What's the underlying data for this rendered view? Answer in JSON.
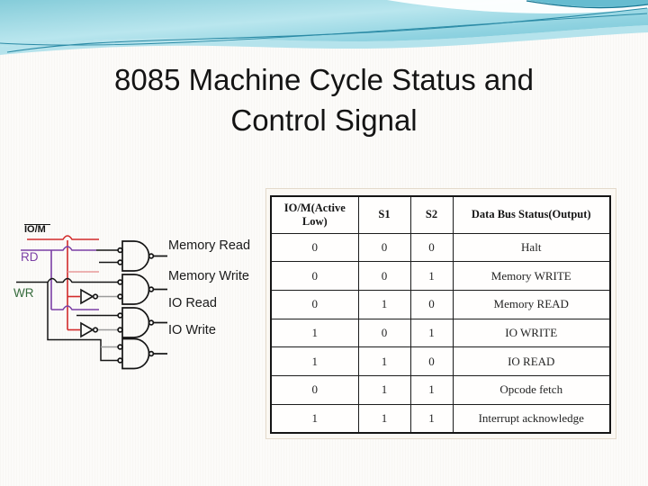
{
  "slide": {
    "title_line1": "8085 Machine Cycle Status and",
    "title_line2": "Control Signal"
  },
  "diagram": {
    "signal_labels": {
      "iom": "IO/M",
      "rd": "RD",
      "wr": "WR"
    },
    "gate_labels": [
      "Memory Read",
      "Memory Write",
      "IO Read",
      "IO Write"
    ],
    "colors": {
      "iom_trace": "#d22b2b",
      "iom_trace_light": "#e89a9a",
      "rd_trace": "#7b3fa5",
      "wr_label": "#356b3c",
      "wire_black": "#161616",
      "wire_grey": "#9b9b9b"
    }
  },
  "table": {
    "headers": [
      "IO/M(Active Low)",
      "S1",
      "S2",
      "Data Bus Status(Output)"
    ],
    "rows": [
      [
        "0",
        "0",
        "0",
        "Halt"
      ],
      [
        "0",
        "0",
        "1",
        "Memory WRITE"
      ],
      [
        "0",
        "1",
        "0",
        "Memory READ"
      ],
      [
        "1",
        "0",
        "1",
        "IO WRITE"
      ],
      [
        "1",
        "1",
        "0",
        "IO READ"
      ],
      [
        "0",
        "1",
        "1",
        "Opcode fetch"
      ],
      [
        "1",
        "1",
        "1",
        "Interrupt acknowledge"
      ]
    ]
  },
  "theme": {
    "wave_teal": "#84cbd9",
    "wave_teal_light": "#b9e6ee",
    "wave_line": "#2a8aa5"
  }
}
